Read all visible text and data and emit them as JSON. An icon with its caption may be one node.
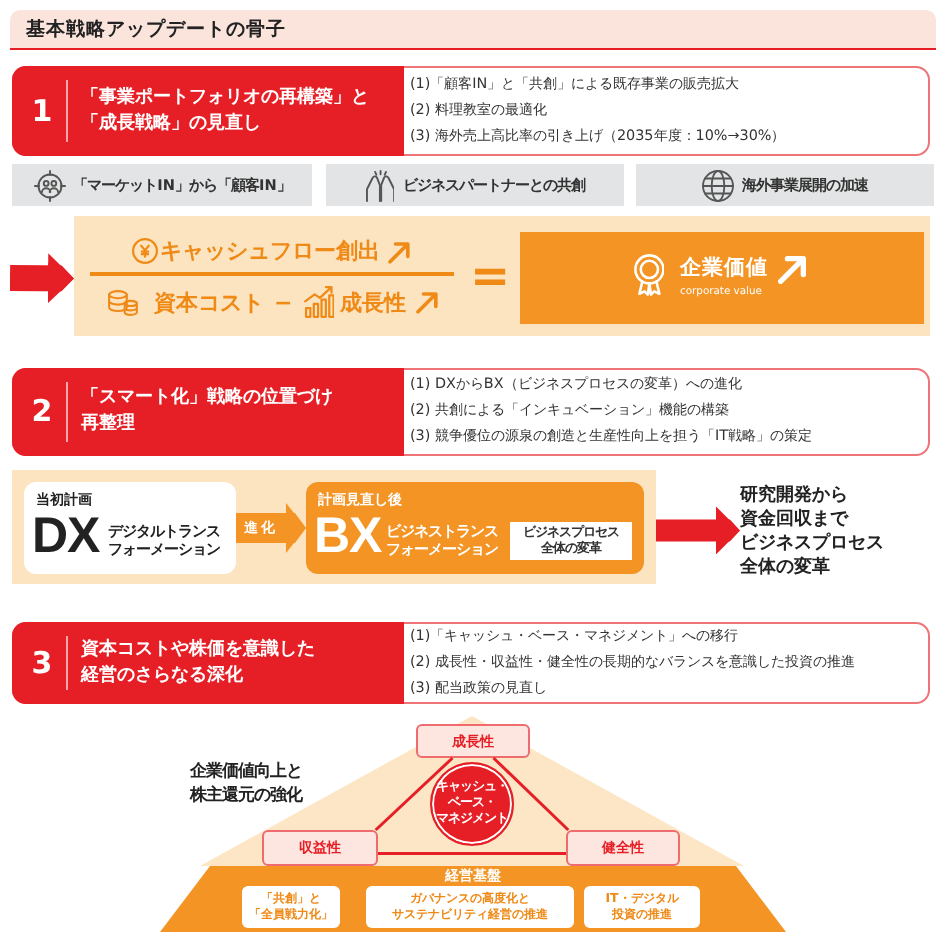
{
  "diagram": {
    "title": "基本戦略アップデートの骨子",
    "nodes": [
      {
        "text": [
          "1",
          "「事業ポートフォリオの再構築」と「成長戦略」の見直し",
          "(1)「顧客IN」と「共創」による既存事業の販売拡大",
          "(2) 料理教室の最適化",
          "(3) 海外売上高比率の引き上げ（2035年度：10%→30%）"
        ]
      },
      {
        "text": [
          "「マーケットIN」から「顧客IN」"
        ]
      },
      {
        "text": [
          "ビジネスパートナーとの共創"
        ]
      },
      {
        "text": [
          "海外事業展開の加速"
        ]
      },
      {
        "text": [
          "キャッシュフロー創出",
          "資本コスト",
          "−",
          "成長性",
          "="
        ]
      },
      {
        "text": [
          "企業価値",
          "corporate value"
        ],
        "in": 4
      },
      {
        "text": [
          "2",
          "「スマート化」戦略の位置づけ再整理",
          "(1) DXからBX（ビジネスプロセスの変革）への進化",
          "(2) 共創による「インキュベーション」機能の構築",
          "(3) 競争優位の源泉の創造と生産性向上を担う「IT戦略」の策定"
        ]
      },
      {
        "text": [],
        "shape": "box"
      },
      {
        "text": [
          "当初計画",
          "DX",
          "デジタルトランスフォーメーション"
        ],
        "in": 7
      },
      {
        "text": [
          "計画見直し後",
          "BX",
          "ビジネストランスフォーメーション"
        ],
        "in": 7
      },
      {
        "text": [
          "ビジネスプロセス全体の変革"
        ],
        "in": 9
      },
      {
        "text": [
          "研究開発から資金回収までビジネスプロセス全体の変革"
        ]
      },
      {
        "text": [
          "3",
          "資本コストや株価を意識した経営のさらなる深化",
          "(1)「キャッシュ・ベース・マネジメント」への移行",
          "(2) 成長性・収益性・健全性の長期的なバランスを意識した投資の推進",
          "(3) 配当政策の見直し"
        ]
      },
      {
        "text": [
          "成長性"
        ]
      },
      {
        "text": [
          "キャッシュ・ベース・マネジメント"
        ]
      },
      {
        "text": [
          "収益性"
        ]
      },
      {
        "text": [
          "健全性"
        ]
      },
      {
        "text": [
          "経営基盤"
        ]
      },
      {
        "text": [
          "「共創」と「全員戦力化」"
        ],
        "in": 17
      },
      {
        "text": [
          "ガバナンスの高度化とサステナビリティ経営の推進"
        ],
        "in": 17
      },
      {
        "text": [
          "IT・デジタル投資の推進"
        ],
        "in": 17
      }
    ],
    "edges": [
      {
        "from": null,
        "to": 4,
        "arrow": "to",
        "style": "thick"
      },
      {
        "from": 8,
        "to": 9,
        "arrow": "to",
        "label": "進化",
        "style": "thick",
        "color": "#f39424"
      },
      {
        "from": 7,
        "to": 11,
        "arrow": "to",
        "style": "thick"
      },
      {
        "from": 13,
        "to": 15,
        "arrow": "none"
      },
      {
        "from": 13,
        "to": 16,
        "arrow": "none"
      },
      {
        "from": 15,
        "to": 16,
        "arrow": "none"
      }
    ],
    "labels": [
      "企業価値向上と株主還元の強化"
    ]
  }
}
